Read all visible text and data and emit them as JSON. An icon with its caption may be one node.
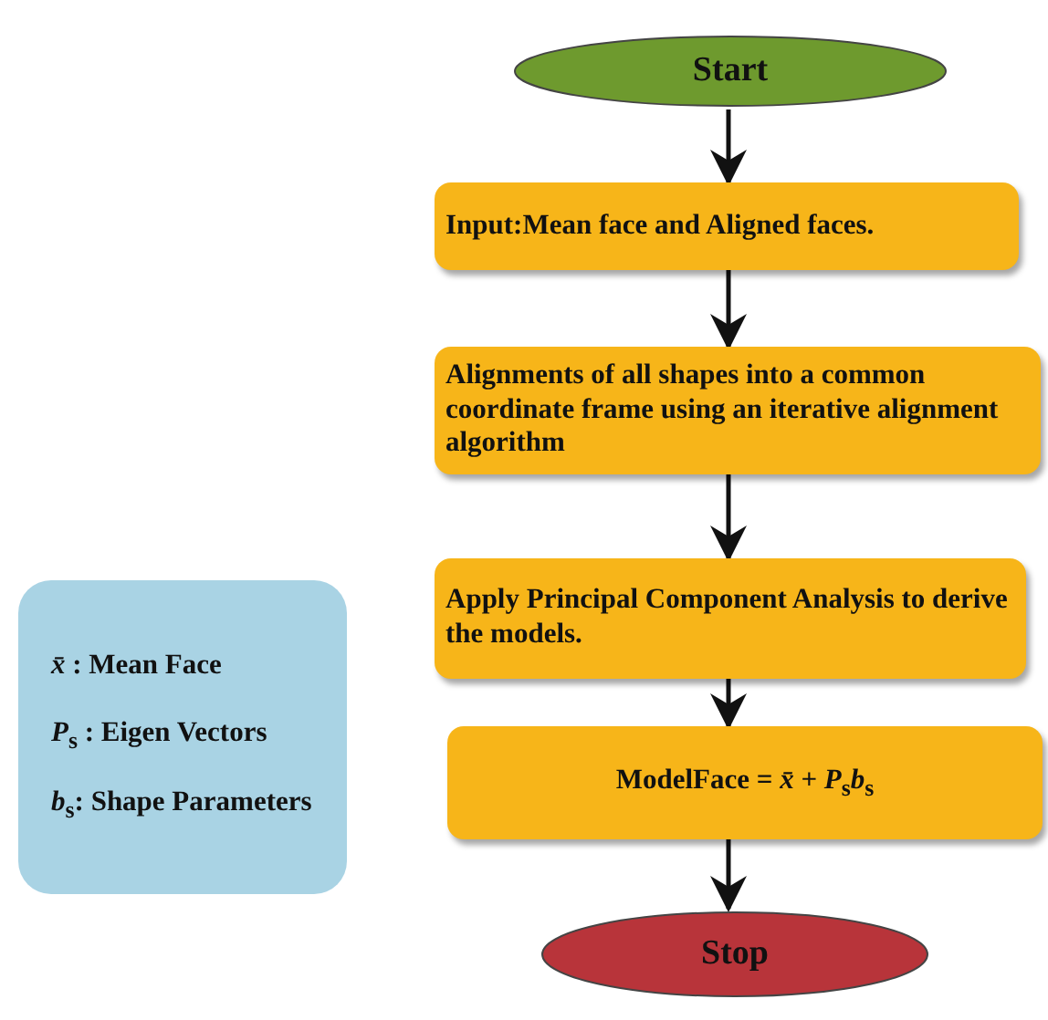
{
  "diagram": {
    "nodes": [
      {
        "text": [
          "Start"
        ]
      },
      {
        "text": [
          "Input:Mean face and Aligned faces."
        ]
      },
      {
        "text": [
          "Alignments of all shapes into a common coordinate frame using an iterative alignment algorithm"
        ]
      },
      {
        "text": [
          "Apply Principal Component Analysis to derive the models."
        ]
      },
      {
        "text": [
          "ModelFace = *x̄* + *P*$_{s}$*b*$_{s}$"
        ]
      },
      {
        "text": [
          "Stop"
        ]
      },
      {
        "text": [
          "*x̄* : Mean Face",
          "*P*$_{s}$ : Eigen Vectors",
          "*b*$_{s}$: Shape Parameters"
        ]
      }
    ],
    "edges": [
      {
        "from": 0,
        "to": 1,
        "arrow": "to"
      },
      {
        "from": 1,
        "to": 2,
        "arrow": "to"
      },
      {
        "from": 2,
        "to": 3,
        "arrow": "to"
      },
      {
        "from": 3,
        "to": 4,
        "arrow": "to"
      },
      {
        "from": 4,
        "to": 5,
        "arrow": "to"
      }
    ]
  }
}
